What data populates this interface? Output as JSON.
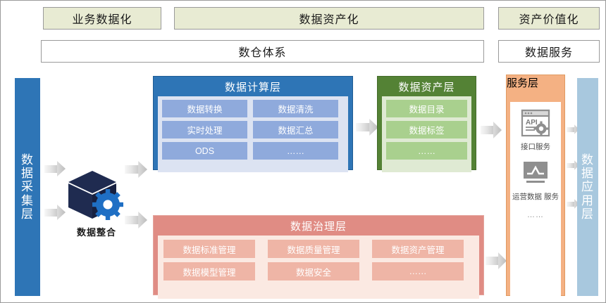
{
  "top_banners": [
    {
      "label": "业务数据化"
    },
    {
      "label": "数据资产化"
    },
    {
      "label": "资产价值化"
    }
  ],
  "second_row": [
    {
      "label": "数仓体系"
    },
    {
      "label": "数据服务"
    }
  ],
  "left_bar": {
    "label": "数据采集层",
    "color": "#2E75B6"
  },
  "right_bar": {
    "label": "数据应用层",
    "color": "#A8C8DE"
  },
  "integration": {
    "label": "数据整合",
    "cube_color": "#1F2B50",
    "gear_color": "#1F6FC4"
  },
  "compute_layer": {
    "title": "数据计算层",
    "header_color": "#2E75B6",
    "body_color": "#DCE3F2",
    "tile_color": "#8FAADC",
    "tiles": [
      "数据转换",
      "数据清洗",
      "实时处理",
      "数据汇总",
      "ODS",
      "……"
    ]
  },
  "asset_layer": {
    "title": "数据资产层",
    "header_color": "#548235",
    "body_color": "#DFEAD3",
    "tile_color": "#A9D08E",
    "tiles": [
      "数据目录",
      "数据标签",
      "……"
    ]
  },
  "governance_layer": {
    "title": "数据治理层",
    "header_color": "#E08C84",
    "body_color": "#FBE9E2",
    "tile_color": "#EFB5A6",
    "tiles": [
      "数据标准管理",
      "数据质量管理",
      "数据资产管理",
      "数据模型管理",
      "数据安全",
      "……"
    ]
  },
  "service_layer": {
    "title": "服务层",
    "header_color": "#F4B183",
    "items": [
      {
        "icon": "api-window-gear-icon",
        "label": "接口服务"
      },
      {
        "icon": "monitor-chart-icon",
        "label": "运营数据\n服务"
      }
    ],
    "more": "……"
  }
}
